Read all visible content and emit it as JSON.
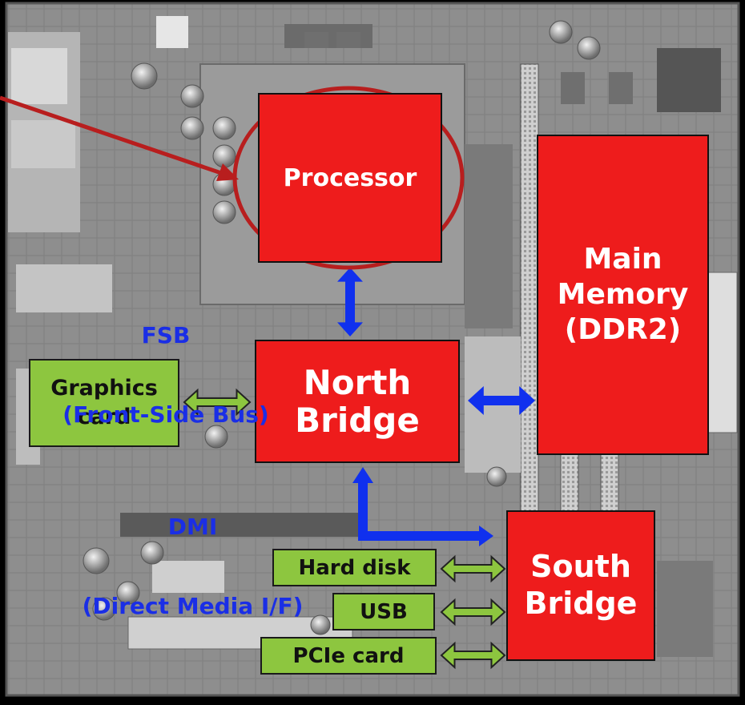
{
  "colors": {
    "component_fill": "#ee1c1c",
    "peripheral_fill": "#8dc63f",
    "bus_arrow": "#1030ee",
    "peripheral_arrow": "#8dc63f",
    "highlight": "#b81e1e",
    "label_text": "#1a2ee6"
  },
  "components": {
    "processor": "Processor",
    "memory": [
      "Main",
      "Memory",
      "(DDR2)"
    ],
    "north_bridge": [
      "North",
      "Bridge"
    ],
    "south_bridge": [
      "South",
      "Bridge"
    ]
  },
  "peripherals": {
    "graphics": [
      "Graphics",
      "card"
    ],
    "hard_disk": "Hard disk",
    "usb": "USB",
    "pcie": "PCIe card"
  },
  "buses": {
    "fsb": [
      "FSB",
      "(Front-Side Bus)"
    ],
    "dmi": [
      "DMI",
      "(Direct Media I/F)"
    ]
  }
}
